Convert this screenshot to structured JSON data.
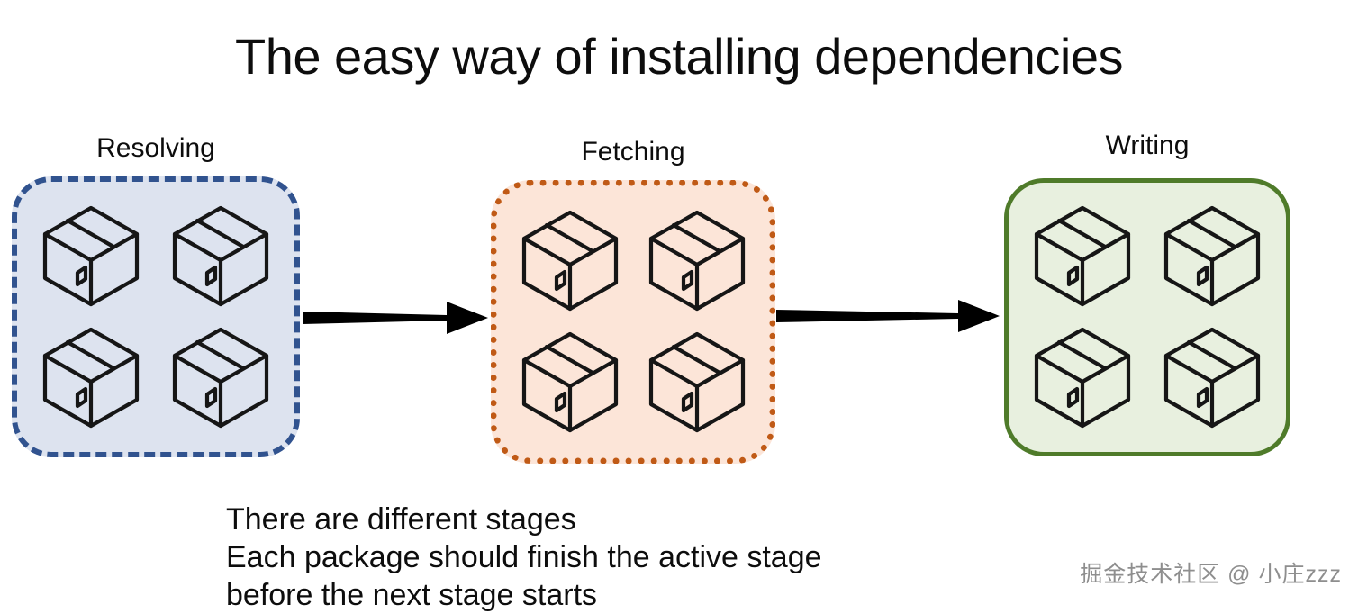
{
  "title": "The easy way of installing dependencies",
  "stages": [
    {
      "id": "resolving",
      "label": "Resolving",
      "border_style": "dashed",
      "border_color": "#31538f",
      "fill_color": "#dde3ef",
      "package_count": 4,
      "package_icon": "package-box-icon"
    },
    {
      "id": "fetching",
      "label": "Fetching",
      "border_style": "dotted",
      "border_color": "#c05a16",
      "fill_color": "#fce5d8",
      "package_count": 4,
      "package_icon": "package-box-icon"
    },
    {
      "id": "writing",
      "label": "Writing",
      "border_style": "solid",
      "border_color": "#4f7b2a",
      "fill_color": "#e8f0df",
      "package_count": 4,
      "package_icon": "package-box-icon"
    }
  ],
  "arrows": [
    {
      "id": "arrow-resolving-to-fetching",
      "icon": "arrow-right-icon",
      "color": "#000000"
    },
    {
      "id": "arrow-fetching-to-writing",
      "icon": "arrow-right-icon",
      "color": "#000000"
    }
  ],
  "caption": {
    "line1": "There are different stages",
    "line2": "Each package should finish the active stage",
    "line3": "before the next stage starts"
  },
  "watermark": "掘金技术社区 @ 小庄zzz"
}
